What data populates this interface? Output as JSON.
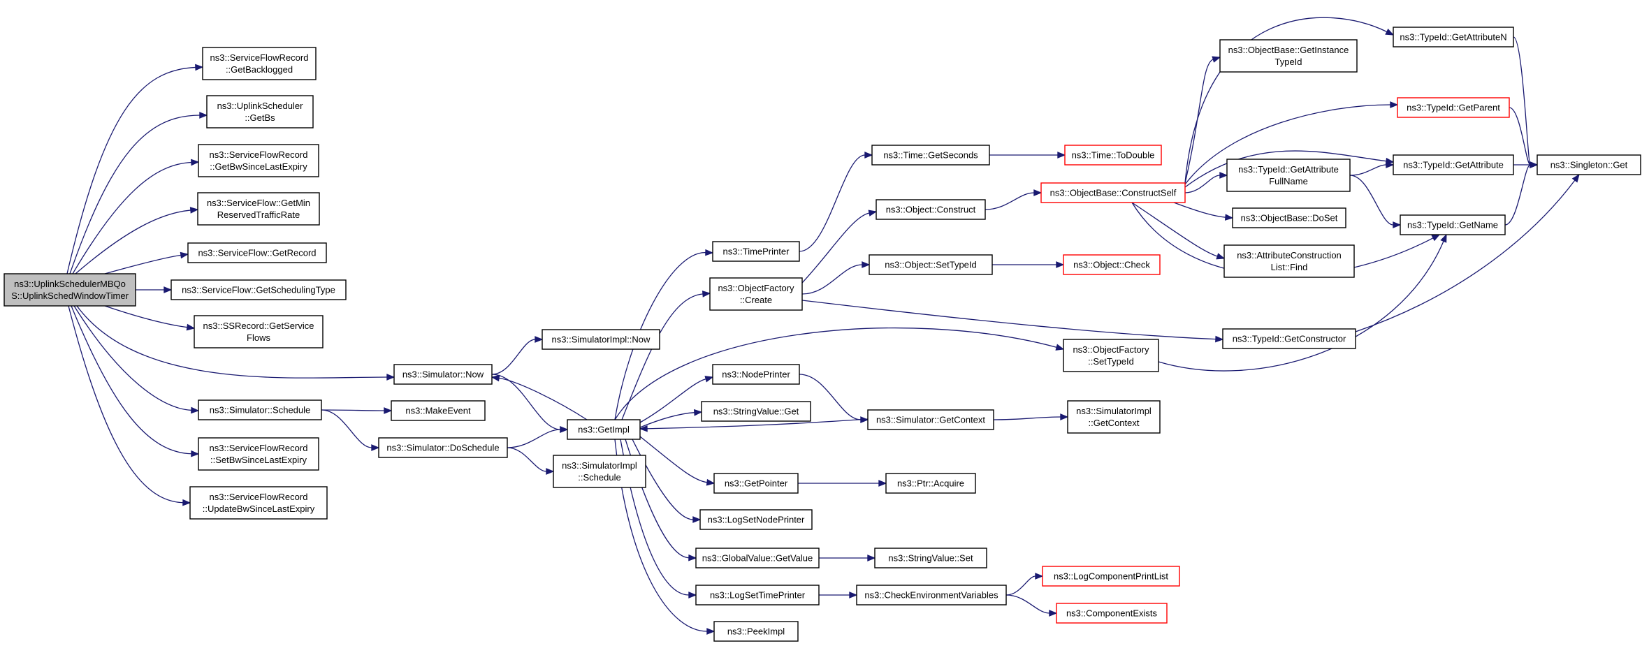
{
  "graph": {
    "nodes": [
      {
        "id": "n0",
        "lines": [
          "ns3::UplinkSchedulerMBQo",
          "S::UplinkSchedWindowTimer"
        ],
        "root": true,
        "red": false
      },
      {
        "id": "n1",
        "lines": [
          "ns3::ServiceFlowRecord",
          "::GetBacklogged"
        ],
        "red": false
      },
      {
        "id": "n2",
        "lines": [
          "ns3::UplinkScheduler",
          "::GetBs"
        ],
        "red": false
      },
      {
        "id": "n3",
        "lines": [
          "ns3::ServiceFlowRecord",
          "::GetBwSinceLastExpiry"
        ],
        "red": false
      },
      {
        "id": "n4",
        "lines": [
          "ns3::ServiceFlow::GetMin",
          "ReservedTrafficRate"
        ],
        "red": false
      },
      {
        "id": "n5",
        "lines": [
          "ns3::ServiceFlow::GetRecord"
        ],
        "red": false
      },
      {
        "id": "n6",
        "lines": [
          "ns3::ServiceFlow::GetSchedulingType"
        ],
        "red": false
      },
      {
        "id": "n7",
        "lines": [
          "ns3::SSRecord::GetService",
          "Flows"
        ],
        "red": false
      },
      {
        "id": "n8",
        "lines": [
          "ns3::Simulator::Now"
        ],
        "red": false
      },
      {
        "id": "n9",
        "lines": [
          "ns3::Simulator::Schedule"
        ],
        "red": false
      },
      {
        "id": "n10",
        "lines": [
          "ns3::ServiceFlowRecord",
          "::SetBwSinceLastExpiry"
        ],
        "red": false
      },
      {
        "id": "n11",
        "lines": [
          "ns3::ServiceFlowRecord",
          "::UpdateBwSinceLastExpiry"
        ],
        "red": false
      },
      {
        "id": "n12",
        "lines": [
          "ns3::SimulatorImpl::Now"
        ],
        "red": false
      },
      {
        "id": "n13",
        "lines": [
          "ns3::MakeEvent"
        ],
        "red": false
      },
      {
        "id": "n14",
        "lines": [
          "ns3::Simulator::DoSchedule"
        ],
        "red": false
      },
      {
        "id": "n15",
        "lines": [
          "ns3::GetImpl"
        ],
        "red": false
      },
      {
        "id": "n16",
        "lines": [
          "ns3::SimulatorImpl",
          "::Schedule"
        ],
        "red": false
      },
      {
        "id": "n17",
        "lines": [
          "ns3::TimePrinter"
        ],
        "red": false
      },
      {
        "id": "n18",
        "lines": [
          "ns3::ObjectFactory",
          "::Create"
        ],
        "red": false
      },
      {
        "id": "n19",
        "lines": [
          "ns3::NodePrinter"
        ],
        "red": false
      },
      {
        "id": "n20",
        "lines": [
          "ns3::StringValue::Get"
        ],
        "red": false
      },
      {
        "id": "n21",
        "lines": [
          "ns3::GetPointer"
        ],
        "red": false
      },
      {
        "id": "n22",
        "lines": [
          "ns3::LogSetNodePrinter"
        ],
        "red": false
      },
      {
        "id": "n23",
        "lines": [
          "ns3::GlobalValue::GetValue"
        ],
        "red": false
      },
      {
        "id": "n24",
        "lines": [
          "ns3::LogSetTimePrinter"
        ],
        "red": false
      },
      {
        "id": "n25",
        "lines": [
          "ns3::PeekImpl"
        ],
        "red": false
      },
      {
        "id": "n26",
        "lines": [
          "ns3::Time::GetSeconds"
        ],
        "red": false
      },
      {
        "id": "n27",
        "lines": [
          "ns3::Object::Construct"
        ],
        "red": false
      },
      {
        "id": "n28",
        "lines": [
          "ns3::Object::SetTypeId"
        ],
        "red": false
      },
      {
        "id": "n29",
        "lines": [
          "ns3::ObjectFactory",
          "::SetTypeId"
        ],
        "red": false
      },
      {
        "id": "n30",
        "lines": [
          "ns3::Simulator::GetContext"
        ],
        "red": false
      },
      {
        "id": "n31",
        "lines": [
          "ns3::Ptr::Acquire"
        ],
        "red": false
      },
      {
        "id": "n32",
        "lines": [
          "ns3::StringValue::Set"
        ],
        "red": false
      },
      {
        "id": "n33",
        "lines": [
          "ns3::CheckEnvironmentVariables"
        ],
        "red": false
      },
      {
        "id": "n34",
        "lines": [
          "ns3::Time::ToDouble"
        ],
        "red": true
      },
      {
        "id": "n35",
        "lines": [
          "ns3::ObjectBase::ConstructSelf"
        ],
        "red": true
      },
      {
        "id": "n36",
        "lines": [
          "ns3::Object::Check"
        ],
        "red": true
      },
      {
        "id": "n37",
        "lines": [
          "ns3::TypeId::GetConstructor"
        ],
        "red": false
      },
      {
        "id": "n38",
        "lines": [
          "ns3::SimulatorImpl",
          "::GetContext"
        ],
        "red": false
      },
      {
        "id": "n39",
        "lines": [
          "ns3::LogComponentPrintList"
        ],
        "red": true
      },
      {
        "id": "n40",
        "lines": [
          "ns3::ComponentExists"
        ],
        "red": true
      },
      {
        "id": "n41",
        "lines": [
          "ns3::ObjectBase::GetInstance",
          "TypeId"
        ],
        "red": false
      },
      {
        "id": "n42",
        "lines": [
          "ns3::TypeId::GetAttribute",
          "FullName"
        ],
        "red": false
      },
      {
        "id": "n43",
        "lines": [
          "ns3::ObjectBase::DoSet"
        ],
        "red": false
      },
      {
        "id": "n44",
        "lines": [
          "ns3::AttributeConstruction",
          "List::Find"
        ],
        "red": false
      },
      {
        "id": "n45",
        "lines": [
          "ns3::TypeId::GetAttributeN"
        ],
        "red": false
      },
      {
        "id": "n46",
        "lines": [
          "ns3::TypeId::GetParent"
        ],
        "red": true
      },
      {
        "id": "n47",
        "lines": [
          "ns3::TypeId::GetAttribute"
        ],
        "red": false
      },
      {
        "id": "n48",
        "lines": [
          "ns3::TypeId::GetName"
        ],
        "red": false
      },
      {
        "id": "n49",
        "lines": [
          "ns3::Singleton::Get"
        ],
        "red": false
      }
    ],
    "edges": [
      [
        "n0",
        "n1"
      ],
      [
        "n0",
        "n2"
      ],
      [
        "n0",
        "n3"
      ],
      [
        "n0",
        "n4"
      ],
      [
        "n0",
        "n5"
      ],
      [
        "n0",
        "n6"
      ],
      [
        "n0",
        "n7"
      ],
      [
        "n0",
        "n8"
      ],
      [
        "n0",
        "n9"
      ],
      [
        "n0",
        "n10"
      ],
      [
        "n0",
        "n11"
      ],
      [
        "n8",
        "n12"
      ],
      [
        "n8",
        "n15"
      ],
      [
        "n9",
        "n13"
      ],
      [
        "n9",
        "n14"
      ],
      [
        "n14",
        "n15"
      ],
      [
        "n14",
        "n16"
      ],
      [
        "n15",
        "n17"
      ],
      [
        "n15",
        "n18"
      ],
      [
        "n15",
        "n19"
      ],
      [
        "n15",
        "n20"
      ],
      [
        "n15",
        "n21"
      ],
      [
        "n15",
        "n22"
      ],
      [
        "n15",
        "n23"
      ],
      [
        "n15",
        "n24"
      ],
      [
        "n15",
        "n25"
      ],
      [
        "n15",
        "n8"
      ],
      [
        "n15",
        "n29"
      ],
      [
        "n17",
        "n26"
      ],
      [
        "n26",
        "n34"
      ],
      [
        "n18",
        "n27"
      ],
      [
        "n18",
        "n28"
      ],
      [
        "n18",
        "n37"
      ],
      [
        "n27",
        "n35"
      ],
      [
        "n28",
        "n36"
      ],
      [
        "n19",
        "n30"
      ],
      [
        "n30",
        "n15"
      ],
      [
        "n30",
        "n38"
      ],
      [
        "n21",
        "n31"
      ],
      [
        "n23",
        "n32"
      ],
      [
        "n24",
        "n33"
      ],
      [
        "n33",
        "n39"
      ],
      [
        "n33",
        "n40"
      ],
      [
        "n35",
        "n41"
      ],
      [
        "n35",
        "n42"
      ],
      [
        "n35",
        "n43"
      ],
      [
        "n35",
        "n44"
      ],
      [
        "n35",
        "n45"
      ],
      [
        "n35",
        "n46"
      ],
      [
        "n35",
        "n47"
      ],
      [
        "n35",
        "n48"
      ],
      [
        "n42",
        "n47"
      ],
      [
        "n42",
        "n48"
      ],
      [
        "n45",
        "n49"
      ],
      [
        "n46",
        "n49"
      ],
      [
        "n47",
        "n49"
      ],
      [
        "n48",
        "n49"
      ],
      [
        "n37",
        "n49"
      ],
      [
        "n29",
        "n48"
      ]
    ]
  }
}
